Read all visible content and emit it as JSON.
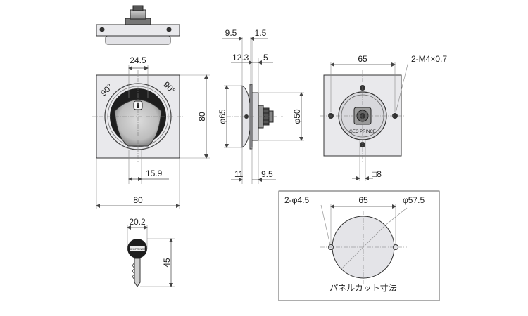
{
  "dimensions": {
    "front_knob_width": "24.5",
    "front_offset": "15.9",
    "front_width": "80",
    "front_height": "80",
    "angle_left": "90°",
    "angle_right": "90°",
    "side_thick_a": "9.5",
    "side_thick_b": "1.5",
    "side_thick_c": "12.3",
    "side_thick_d": "5",
    "side_plate_dia": "φ65",
    "side_body_dia": "φ50",
    "side_bottom_a": "11",
    "side_bottom_b": "9.5",
    "back_pitch": "65",
    "back_screw": "2-M4×0.7",
    "back_square": "□8",
    "back_brand": "GEO PRINCE",
    "key_width": "20.2",
    "key_length": "45",
    "key_label": "GEOPRINCE"
  },
  "panel_cut": {
    "holes": "2-φ4.5",
    "pitch": "65",
    "hole_dia": "φ57.5",
    "caption": "パネルカット寸法"
  },
  "colors": {
    "line": "#555555",
    "plate": "#e9e9ec",
    "dark": "#1e1e1e"
  }
}
